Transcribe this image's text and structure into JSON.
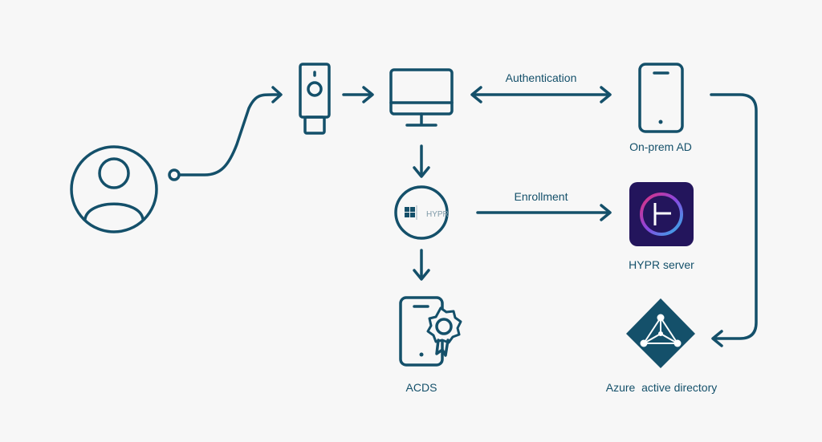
{
  "colors": {
    "primary": "#14506a",
    "background": "#f7f7f7",
    "hypr_bg": "#23155c"
  },
  "edges": {
    "authentication": "Authentication",
    "enrollment": "Enrollment"
  },
  "nodes": {
    "user": {
      "icon": "user-circle-icon"
    },
    "security_key": {
      "icon": "usb-security-key-icon"
    },
    "computer": {
      "icon": "monitor-icon"
    },
    "windows_hypr": {
      "icon": "windows-hypr-icon",
      "logo_text": "HYPR"
    },
    "onprem_ad": {
      "label": "On-prem AD",
      "icon": "mobile-phone-icon"
    },
    "hypr_server": {
      "label": "HYPR server",
      "icon": "hypr-logo-icon"
    },
    "acds": {
      "label": "ACDS",
      "icon": "phone-certificate-icon"
    },
    "azure": {
      "label": "Azure  active directory",
      "icon": "azure-ad-icon"
    }
  }
}
